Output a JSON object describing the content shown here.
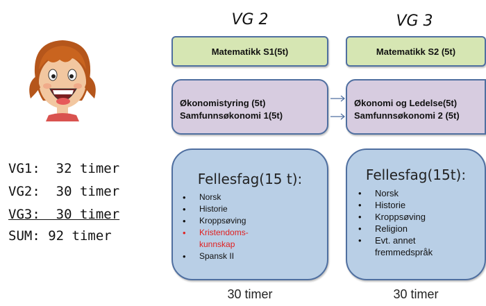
{
  "vg2": {
    "title": "VG 2",
    "math": "Matematikk S1(5t)",
    "program": [
      "Økonomistyring  (5t)",
      "Samfunnsøkonomi  1(5t)"
    ],
    "fellesfag_title": "Fellesfag(15 t):",
    "fellesfag": [
      {
        "text": "Norsk",
        "red": false
      },
      {
        "text": "Historie",
        "red": false
      },
      {
        "text": "Kroppsøving",
        "red": false
      },
      {
        "text": "Kristendoms-",
        "red": true
      },
      {
        "text": "kunnskap",
        "red": true,
        "continuation": true
      },
      {
        "text": "Spansk II",
        "red": false
      }
    ],
    "hours": "30 timer"
  },
  "vg3": {
    "title": "VG 3",
    "math": "Matematikk S2 (5t)",
    "program": [
      "Økonomi og Ledelse(5t)",
      "Samfunnsøkonomi 2 (5t)"
    ],
    "fellesfag_title": "Fellesfag(15t):",
    "fellesfag": [
      {
        "text": "Norsk"
      },
      {
        "text": "Historie"
      },
      {
        "text": "Kroppsøving"
      },
      {
        "text": "Religion"
      },
      {
        "text": "Evt. annet"
      },
      {
        "text": "fremmedspråk",
        "continuation": true
      }
    ],
    "hours": "30 timer"
  },
  "summary": {
    "vg1": "VG1:  32 timer",
    "vg2": "VG2:  30 timer",
    "vg3": "VG3:  30 timer",
    "sum": "SUM: 92 timer"
  },
  "colors": {
    "green": "#d6e6b3",
    "purple": "#d7cce0",
    "blue": "#b9cfe6",
    "border": "#4f6fa0",
    "red": "#e02020"
  }
}
